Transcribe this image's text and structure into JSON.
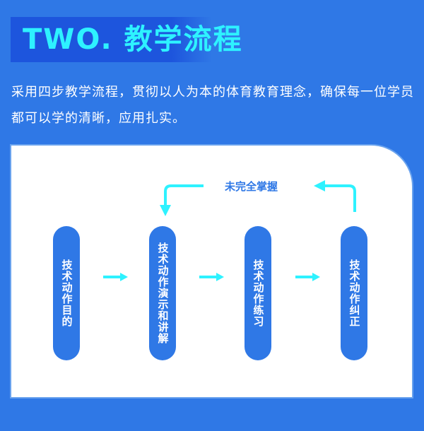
{
  "header": {
    "title": "TWO. 教学流程"
  },
  "intro": "采用四步教学流程，贯彻以人为本的体育教育理念，确保每一位学员都可以学的清晰，应用扎实。",
  "flow": {
    "steps": [
      "技术动作目的",
      "技术动作演示和讲解",
      "技术动作练习",
      "技术动作纠正"
    ],
    "loop_label": "未完全掌握"
  },
  "colors": {
    "background": "#2f78e6",
    "accent": "#2ef2ff",
    "card": "#ffffff"
  }
}
